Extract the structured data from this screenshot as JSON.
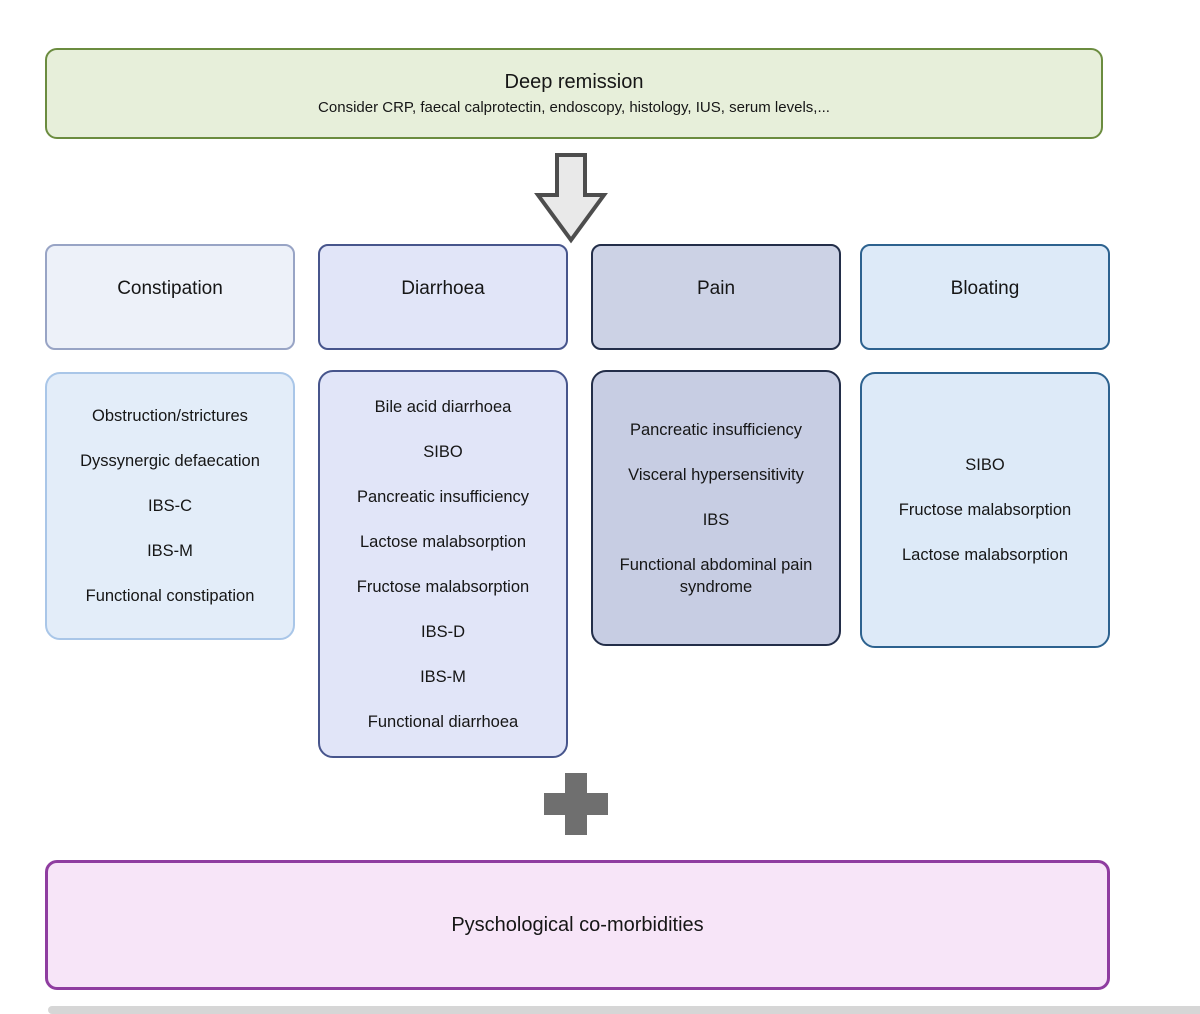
{
  "diagram": {
    "top_box": {
      "title": "Deep remission",
      "subtitle": "Consider CRP, faecal calprotectin, endoscopy, histology, IUS, serum levels,..."
    },
    "columns": [
      {
        "header": "Constipation",
        "items": [
          "Obstruction/strictures",
          "Dyssynergic defaecation",
          "IBS-C",
          "IBS-M",
          "Functional constipation"
        ]
      },
      {
        "header": "Diarrhoea",
        "items": [
          "Bile acid diarrhoea",
          "SIBO",
          "Pancreatic insufficiency",
          "Lactose malabsorption",
          "Fructose malabsorption",
          "IBS-D",
          "IBS-M",
          "Functional diarrhoea"
        ]
      },
      {
        "header": "Pain",
        "items": [
          "Pancreatic insufficiency",
          "Visceral hypersensitivity",
          "IBS",
          "Functional abdominal pain syndrome"
        ]
      },
      {
        "header": "Bloating",
        "items": [
          "SIBO",
          "Fructose malabsorption",
          "Lactose malabsorption"
        ]
      }
    ],
    "bottom_box": {
      "title": "Pyschological co-morbidities"
    },
    "icons": {
      "arrow": "block-arrow-down",
      "plus": "plus-sign"
    },
    "colors": {
      "remission_fill": "#e7efda",
      "remission_border": "#6b8c3f",
      "constipation_header_fill": "#edf1f9",
      "constipation_header_border": "#98a4c5",
      "constipation_list_fill": "#e3edf9",
      "constipation_list_border": "#a9c6e8",
      "diarrhoea_fill": "#e1e5f8",
      "diarrhoea_border": "#47558c",
      "pain_header_fill": "#ccd2e5",
      "pain_list_fill": "#c7cde3",
      "pain_border": "#232e49",
      "bloating_fill": "#ddeaf8",
      "bloating_border": "#2d628f",
      "psych_fill": "#f7e5f8",
      "psych_border": "#8f3da0",
      "arrow_fill": "#e9e9e9",
      "arrow_stroke": "#4d4d4d",
      "plus": "#6f6f6f",
      "edge_strip": "#d6d6d6",
      "text": "#161616"
    }
  }
}
